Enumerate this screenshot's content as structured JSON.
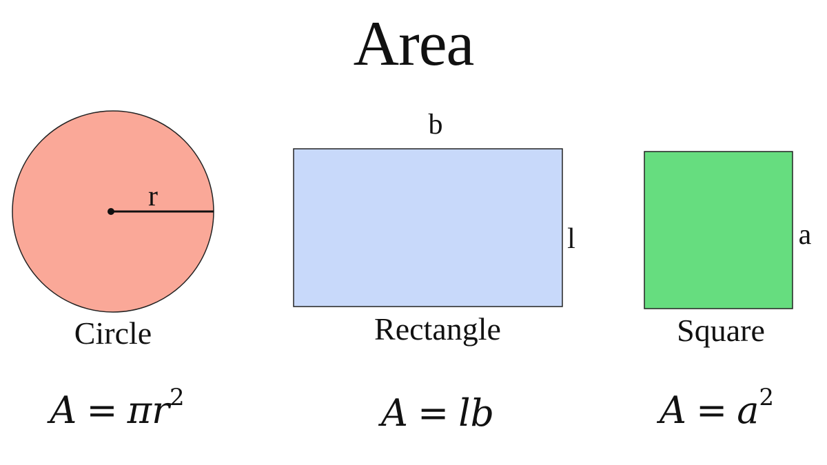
{
  "title": "Area",
  "shapes": {
    "circle": {
      "name": "Circle",
      "dimension": "r",
      "formula": {
        "lhs": "A",
        "eq": "=",
        "rhs_main": "πr",
        "exponent": "2"
      },
      "fill": "#FAA898"
    },
    "rectangle": {
      "name": "Rectangle",
      "dimension_top": "b",
      "dimension_side": "l",
      "formula": {
        "lhs": "A",
        "eq": "=",
        "rhs_main": "lb",
        "exponent": ""
      },
      "fill": "#C8D9FA"
    },
    "square": {
      "name": "Square",
      "dimension_side": "a",
      "formula": {
        "lhs": "A",
        "eq": "=",
        "rhs_main": "a",
        "exponent": "2"
      },
      "fill": "#66DD7F"
    }
  }
}
